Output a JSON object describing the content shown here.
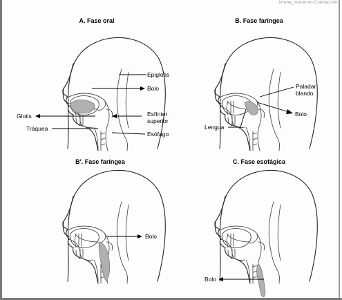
{
  "header": {
    "text": "lorena_moruo  en  Cuentas de l"
  },
  "panels": [
    {
      "title": "A. Fase oral",
      "labels": {
        "epiglotis": "Epiglotis",
        "bolo": "Bolo",
        "glotis": "Glotis",
        "esfinter_1": "Esfínter",
        "esfinter_2": "superior",
        "traquea": "Tráquea",
        "esofago": "Esófago"
      }
    },
    {
      "title": "B. Fase faríngea",
      "labels": {
        "paladar_1": "Paladar",
        "paladar_2": "blando",
        "bolo": "Bolo",
        "lengua": "Lengua"
      }
    },
    {
      "title": "B'. Fase faríngea",
      "labels": {
        "bolo": "Bolo"
      }
    },
    {
      "title": "C. Fase esofágica",
      "labels": {
        "bolo": "Bolo"
      }
    }
  ],
  "colors": {
    "bolus": "#b0b0b0",
    "outline": "#222222",
    "text": "#000000"
  }
}
